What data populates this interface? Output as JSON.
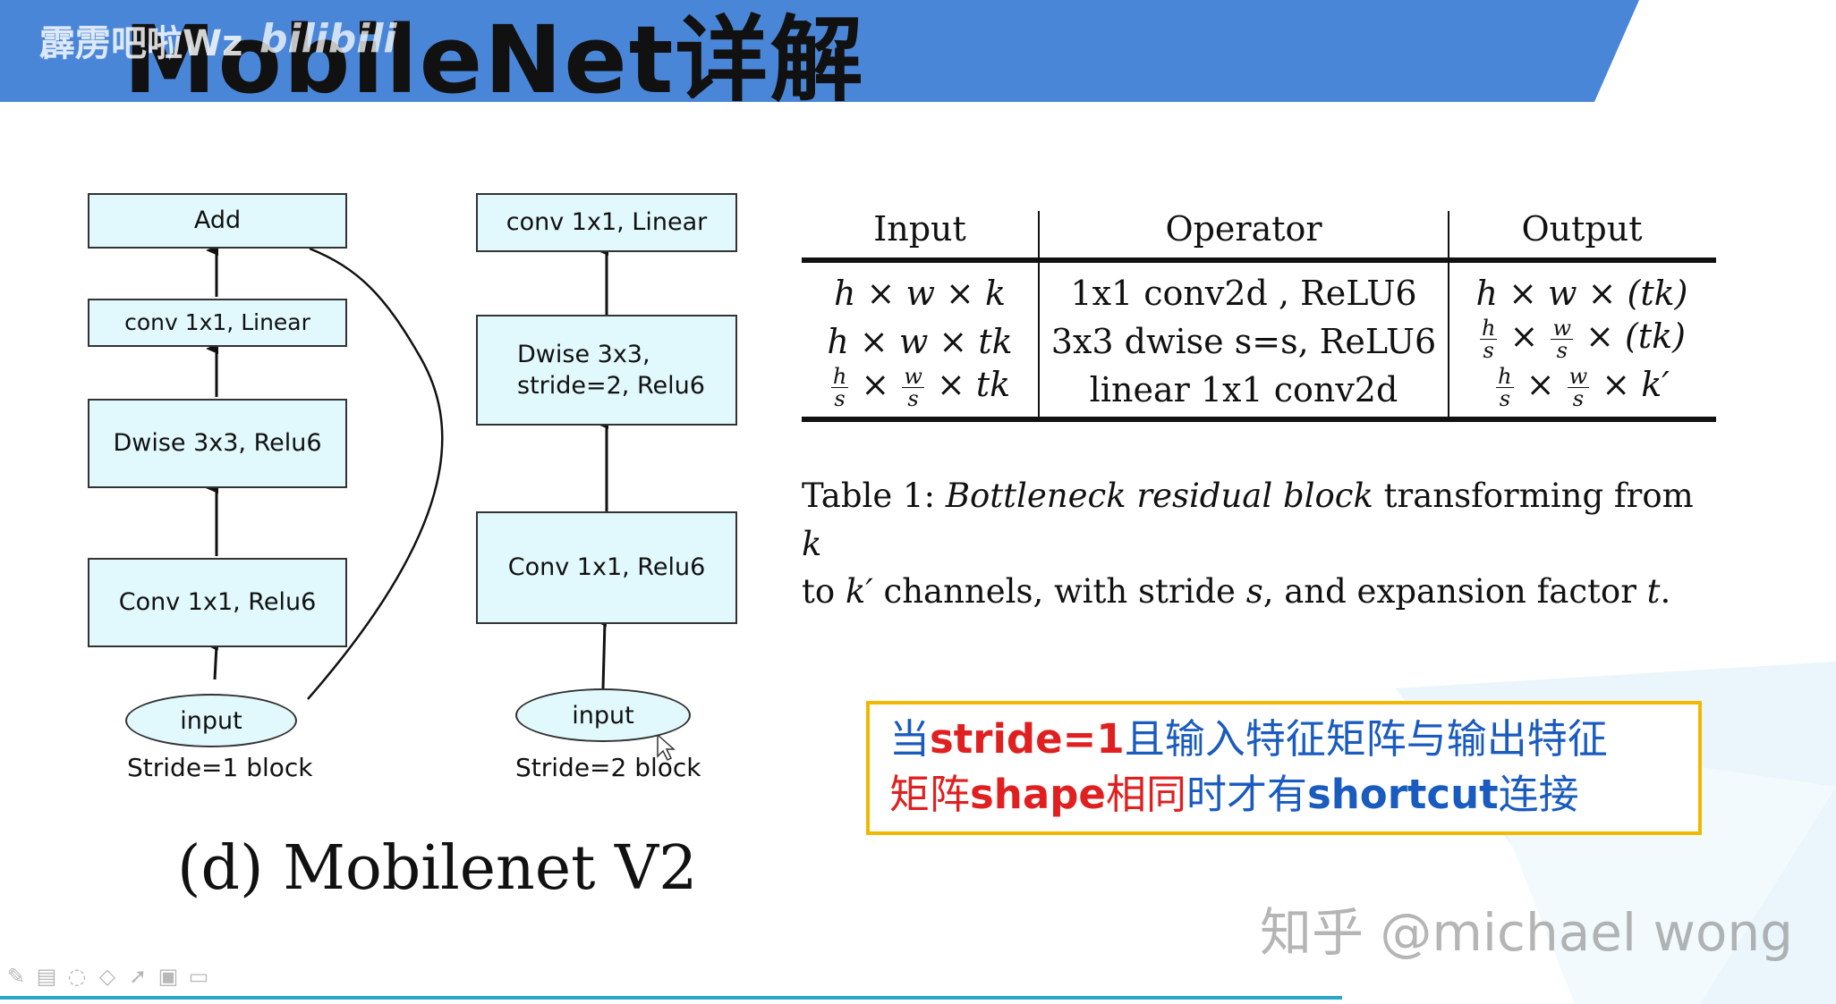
{
  "watermark_top": "霹雳吧啦Wz",
  "watermark_bili": "bilibili",
  "slide": {
    "title": "MobileNet详解"
  },
  "colors": {
    "banner": "#4a86d8",
    "box_fill": "#e1f8fd",
    "note_border": "#f2b800",
    "note_red": "#e02020",
    "note_blue": "#1a5bbf"
  },
  "diagram": {
    "stride1": {
      "boxes": [
        "Add",
        "conv 1x1, Linear",
        "Dwise 3x3, Relu6",
        "Conv 1x1, Relu6"
      ],
      "input": "input",
      "caption": "Stride=1 block"
    },
    "stride2": {
      "boxes": [
        "conv 1x1, Linear",
        "Dwise 3x3,",
        "stride=2, Relu6",
        "Conv 1x1, Relu6"
      ],
      "input": "input",
      "caption": "Stride=2 block"
    },
    "subfigure_caption": "(d) Mobilenet V2"
  },
  "table": {
    "headers": [
      "Input",
      "Operator",
      "Output"
    ],
    "rows": [
      {
        "input": "h × w × k",
        "operator": "1x1 conv2d , ReLU6",
        "output": "h × w × (tk)"
      },
      {
        "input": "h × w × tk",
        "operator": "3x3 dwise s=s, ReLU6",
        "output": "h/s × w/s × (tk)"
      },
      {
        "input": "h/s × w/s × tk",
        "operator": "linear 1x1 conv2d",
        "output": "h/s × w/s × k′"
      }
    ],
    "frac": {
      "h": "h",
      "w": "w",
      "s": "s"
    },
    "row2_output_tail": "× (tk)",
    "row3_input_tail": "× tk",
    "row3_output_tail": "× k′",
    "times": "×",
    "caption_prefix": "Table 1: ",
    "caption_italic": "Bottleneck residual block",
    "caption_rest1": " transforming from ",
    "caption_k": "k",
    "caption_line2_to": "to ",
    "caption_kprime": "k′",
    "caption_rest2": " channels, with stride ",
    "caption_s": "s",
    "caption_rest3": ", and expansion factor ",
    "caption_t": "t",
    "caption_end": "."
  },
  "note": {
    "p1": "当",
    "p2": "stride=1",
    "p3": "且输入特征矩阵与输出特征",
    "p4": "矩阵",
    "p5": "shape",
    "p6": "相同",
    "p7": "时才有",
    "p8": "shortcut",
    "p9": "连接"
  },
  "watermark_bottom": "知乎 @michael wong",
  "toolbar_icons": [
    "pen-icon",
    "highlighter-icon",
    "eraser-icon",
    "shape-icon",
    "pointer-icon",
    "camera-icon",
    "screen-icon"
  ]
}
